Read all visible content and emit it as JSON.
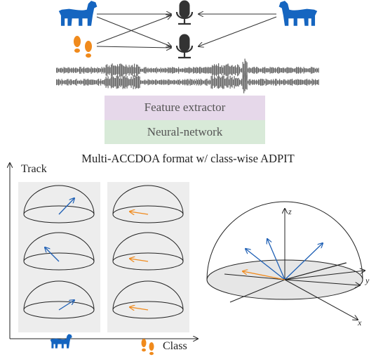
{
  "top": {
    "feature_extractor": "Feature extractor",
    "neural_network": "Neural-network"
  },
  "format_title": "Multi-ACCDOA format w/ class-wise ADPIT",
  "output_panel": {
    "y_axis_label": "Track",
    "x_axis_label": "Class"
  },
  "sphere_axes": {
    "z": "z",
    "y": "y",
    "x": "x"
  },
  "colors": {
    "dog": "#1565c0",
    "footsteps": "#f08a1c",
    "feature_box": "#e6d8ea",
    "network_box": "#d8ead8",
    "panel_bg": "#ededed",
    "vector_blue": "#1e5fb4",
    "vector_orange": "#f08a1c"
  },
  "icons": [
    "dog-icon",
    "footsteps-icon",
    "microphone-icon",
    "waveform-icon"
  ]
}
